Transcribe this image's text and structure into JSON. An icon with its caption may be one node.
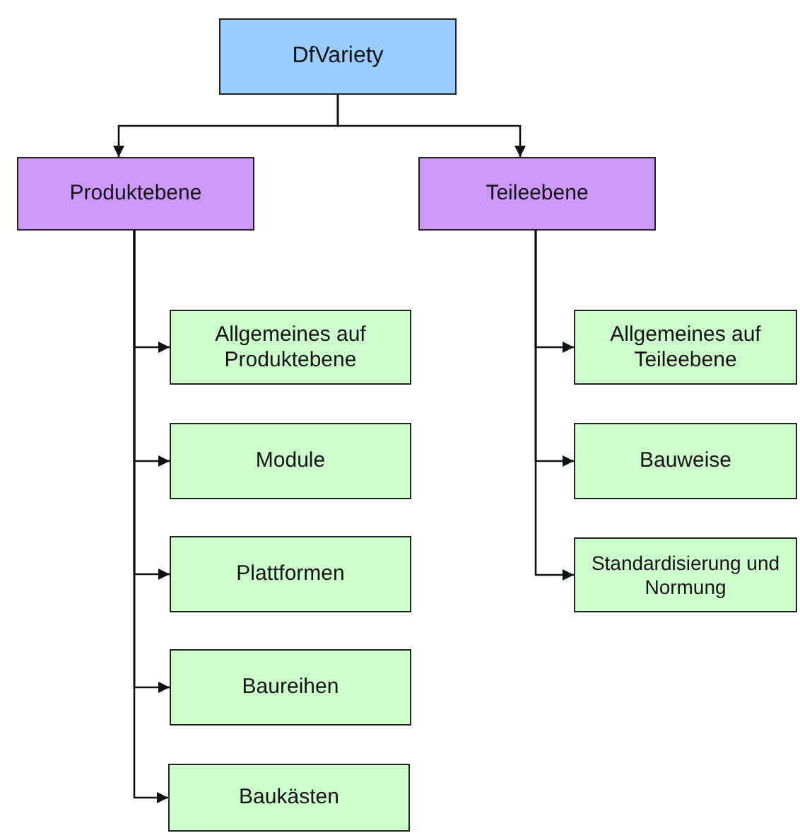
{
  "diagram": {
    "nodes": [
      {
        "text": [
          "DfVariety"
        ]
      },
      {
        "text": [
          "Produktebene"
        ]
      },
      {
        "text": [
          "Teileebene"
        ]
      },
      {
        "text": [
          "Allgemeines auf Produktebene"
        ]
      },
      {
        "text": [
          "Module"
        ]
      },
      {
        "text": [
          "Plattformen"
        ]
      },
      {
        "text": [
          "Baureihen"
        ]
      },
      {
        "text": [
          "Baukästen"
        ]
      },
      {
        "text": [
          "Allgemeines auf Teileebene"
        ]
      },
      {
        "text": [
          "Bauweise"
        ]
      },
      {
        "text": [
          "Standardisierung und Normung"
        ]
      }
    ],
    "edges": [
      {
        "from": 0,
        "to": 1,
        "arrow": "to"
      },
      {
        "from": 0,
        "to": 2,
        "arrow": "to"
      },
      {
        "from": 1,
        "to": 3,
        "arrow": "to"
      },
      {
        "from": 1,
        "to": 4,
        "arrow": "to"
      },
      {
        "from": 1,
        "to": 5,
        "arrow": "to"
      },
      {
        "from": 1,
        "to": 6,
        "arrow": "to"
      },
      {
        "from": 1,
        "to": 7,
        "arrow": "to"
      },
      {
        "from": 2,
        "to": 8,
        "arrow": "to"
      },
      {
        "from": 2,
        "to": 9,
        "arrow": "to"
      },
      {
        "from": 2,
        "to": 10,
        "arrow": "to"
      }
    ]
  }
}
